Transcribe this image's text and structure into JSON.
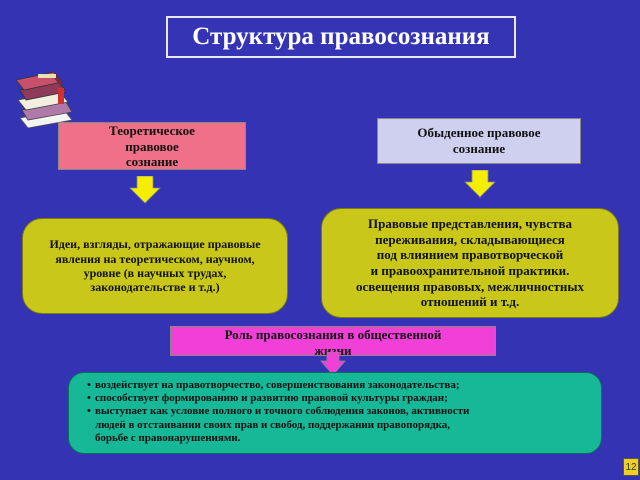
{
  "title": "Структура правосознания",
  "left_header": "Теоретическое\nправовое\nсознание",
  "right_header": "Обыденное правовое\nсознание",
  "left_detail": "Идеи, взгляды, отражающие правовые\nявления на теоретическом, научном,\nуровне (в научных трудах,\nзаконодательстве и т.д.)",
  "right_detail": "Правовые представления, чувства\nпереживания, складывающиеся\nпод влиянием правотворческой\nи правоохранительной практики.\nосвещения правовых, межличностных\nотношений и т.д.",
  "role_header": "Роль правосознания в общественной\nжизни",
  "role_items": [
    "воздействует на  правотворчество, совершенствования законодательства;",
    "способствует   формированию и развитию правовой культуры граждан;",
    "выступает как условие полного и точного соблюдения законов, активности\nлюдей в отстаивании своих прав и свобод, поддержании правопорядка,\nборьбе с правонарушениями."
  ],
  "page_number": "12",
  "colors": {
    "background": "#3333b3",
    "pink": "#f07089",
    "lavender": "#cfd0ef",
    "olive": "#c9c81a",
    "magenta": "#f040d8",
    "teal": "#17b898",
    "arrow_yellow": "#f5ee00",
    "arrow_magenta": "#f040d8"
  },
  "icons": [
    "books-icon",
    "down-arrow-icon"
  ]
}
